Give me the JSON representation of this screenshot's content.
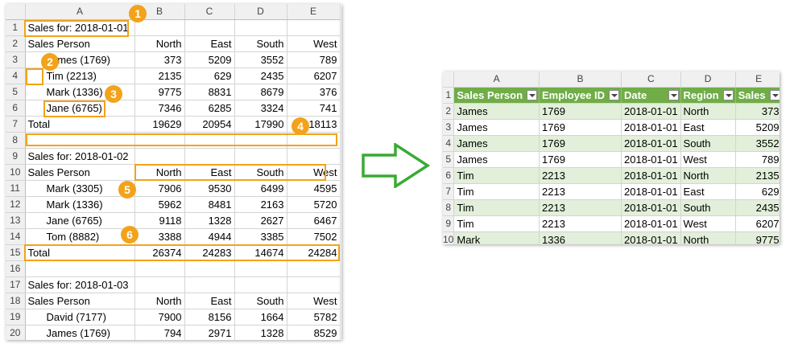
{
  "left": {
    "columns": [
      "A",
      "B",
      "C",
      "D",
      "E"
    ],
    "rows": [
      {
        "n": "1",
        "a": "Sales for: 2018-01-01",
        "b": "",
        "c": "",
        "d": "",
        "e": ""
      },
      {
        "n": "2",
        "a": "Sales Person",
        "b": "North",
        "c": "East",
        "d": "South",
        "e": "West"
      },
      {
        "n": "3",
        "a": "James (1769)",
        "b": "373",
        "c": "5209",
        "d": "3552",
        "e": "789",
        "indent": true
      },
      {
        "n": "4",
        "a": "Tim (2213)",
        "b": "2135",
        "c": "629",
        "d": "2435",
        "e": "6207",
        "indent": true
      },
      {
        "n": "5",
        "a": "Mark (1336)",
        "b": "9775",
        "c": "8831",
        "d": "8679",
        "e": "376",
        "indent": true
      },
      {
        "n": "6",
        "a": "Jane (6765)",
        "b": "7346",
        "c": "6285",
        "d": "3324",
        "e": "741",
        "indent": true
      },
      {
        "n": "7",
        "a": "Total",
        "b": "19629",
        "c": "20954",
        "d": "17990",
        "e": "18113"
      },
      {
        "n": "8",
        "a": "",
        "b": "",
        "c": "",
        "d": "",
        "e": ""
      },
      {
        "n": "9",
        "a": "Sales for: 2018-01-02",
        "b": "",
        "c": "",
        "d": "",
        "e": ""
      },
      {
        "n": "10",
        "a": "Sales Person",
        "b": "North",
        "c": "East",
        "d": "South",
        "e": "West"
      },
      {
        "n": "11",
        "a": "Mark (3305)",
        "b": "7906",
        "c": "9530",
        "d": "6499",
        "e": "4595",
        "indent": true
      },
      {
        "n": "12",
        "a": "Mark (1336)",
        "b": "5962",
        "c": "8481",
        "d": "2163",
        "e": "5720",
        "indent": true
      },
      {
        "n": "13",
        "a": "Jane (6765)",
        "b": "9118",
        "c": "1328",
        "d": "2627",
        "e": "6467",
        "indent": true
      },
      {
        "n": "14",
        "a": "Tom (8882)",
        "b": "3388",
        "c": "4944",
        "d": "3385",
        "e": "7502",
        "indent": true
      },
      {
        "n": "15",
        "a": "Total",
        "b": "26374",
        "c": "24283",
        "d": "14674",
        "e": "24284"
      },
      {
        "n": "16",
        "a": "",
        "b": "",
        "c": "",
        "d": "",
        "e": ""
      },
      {
        "n": "17",
        "a": "Sales for: 2018-01-03",
        "b": "",
        "c": "",
        "d": "",
        "e": ""
      },
      {
        "n": "18",
        "a": "Sales Person",
        "b": "North",
        "c": "East",
        "d": "South",
        "e": "West"
      },
      {
        "n": "19",
        "a": "David (7177)",
        "b": "7900",
        "c": "8156",
        "d": "1664",
        "e": "5782",
        "indent": true
      },
      {
        "n": "20",
        "a": "James (1769)",
        "b": "794",
        "c": "2971",
        "d": "1328",
        "e": "8529",
        "indent": true
      }
    ],
    "badges": [
      "1",
      "2",
      "3",
      "4",
      "5",
      "6"
    ]
  },
  "right": {
    "columns": [
      "A",
      "B",
      "C",
      "D",
      "E"
    ],
    "headers": [
      "Sales Person",
      "Employee ID",
      "Date",
      "Region",
      "Sales"
    ],
    "rows": [
      {
        "n": "2",
        "a": "James",
        "b": "1769",
        "c": "2018-01-01",
        "d": "North",
        "e": "373"
      },
      {
        "n": "3",
        "a": "James",
        "b": "1769",
        "c": "2018-01-01",
        "d": "East",
        "e": "5209"
      },
      {
        "n": "4",
        "a": "James",
        "b": "1769",
        "c": "2018-01-01",
        "d": "South",
        "e": "3552"
      },
      {
        "n": "5",
        "a": "James",
        "b": "1769",
        "c": "2018-01-01",
        "d": "West",
        "e": "789"
      },
      {
        "n": "6",
        "a": "Tim",
        "b": "2213",
        "c": "2018-01-01",
        "d": "North",
        "e": "2135"
      },
      {
        "n": "7",
        "a": "Tim",
        "b": "2213",
        "c": "2018-01-01",
        "d": "East",
        "e": "629"
      },
      {
        "n": "8",
        "a": "Tim",
        "b": "2213",
        "c": "2018-01-01",
        "d": "South",
        "e": "2435"
      },
      {
        "n": "9",
        "a": "Tim",
        "b": "2213",
        "c": "2018-01-01",
        "d": "West",
        "e": "6207"
      },
      {
        "n": "10",
        "a": "Mark",
        "b": "1336",
        "c": "2018-01-01",
        "d": "North",
        "e": "9775"
      }
    ]
  },
  "colors": {
    "accent": "#f2a31b",
    "table_header": "#70ad47",
    "band": "#e2efda",
    "arrow": "#3aaa35"
  }
}
